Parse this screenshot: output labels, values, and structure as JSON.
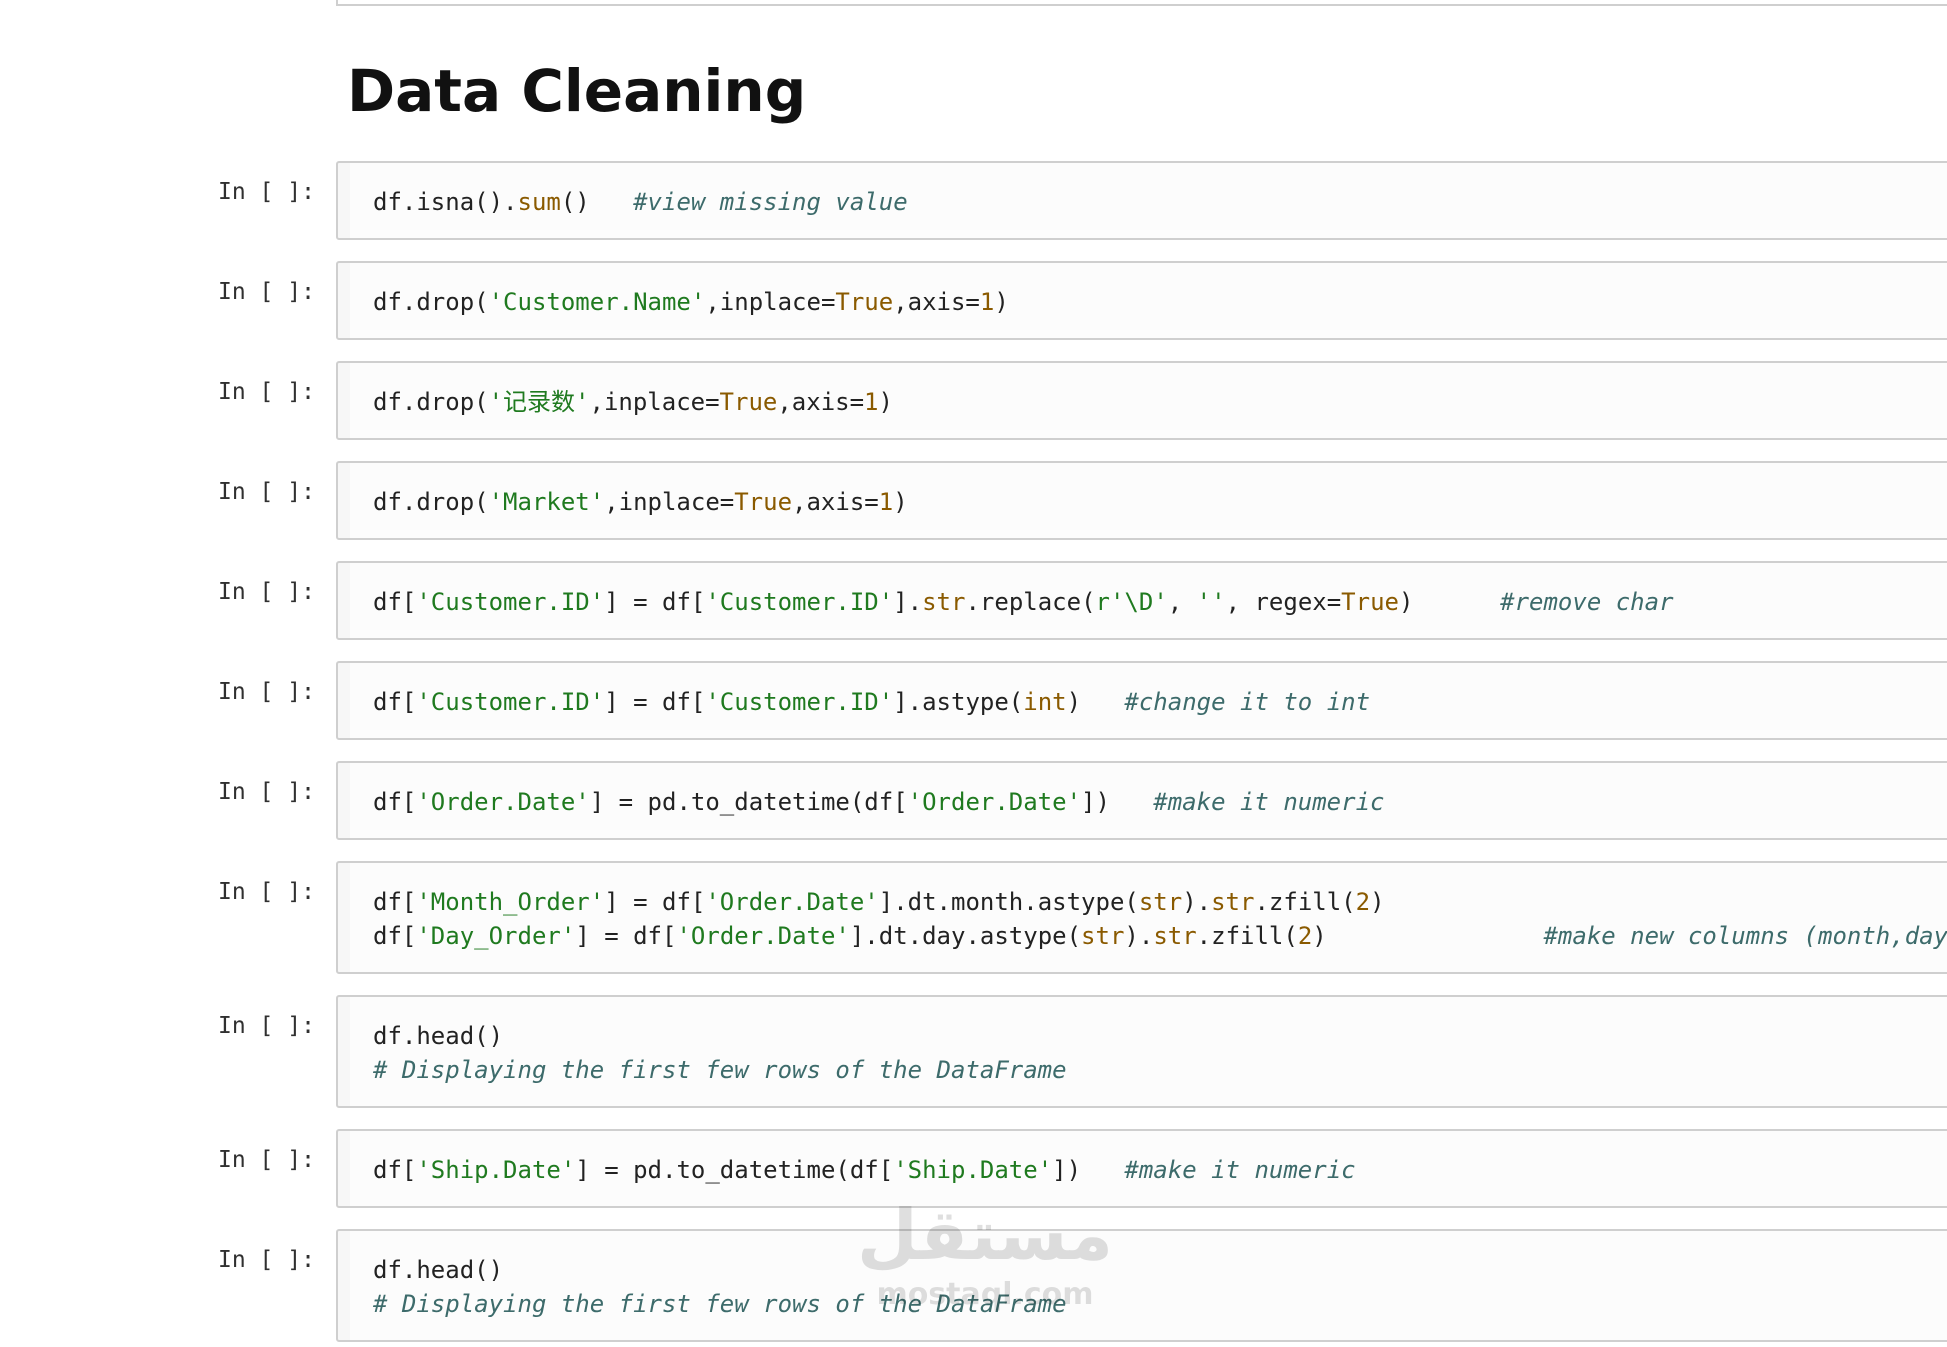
{
  "notebook": {
    "heading": "Data Cleaning",
    "prompt_label": "In [ ]:",
    "cells": [
      {
        "lines": [
          [
            {
              "t": "df.isna()."
            },
            {
              "t": "sum",
              "c": "fn"
            },
            {
              "t": "()   "
            },
            {
              "t": "#view missing value",
              "c": "cm"
            }
          ]
        ]
      },
      {
        "lines": [
          [
            {
              "t": "df.drop("
            },
            {
              "t": "'Customer.Name'",
              "c": "str"
            },
            {
              "t": ",inplace="
            },
            {
              "t": "True",
              "c": "kw"
            },
            {
              "t": ",axis="
            },
            {
              "t": "1",
              "c": "num"
            },
            {
              "t": ")"
            }
          ]
        ]
      },
      {
        "lines": [
          [
            {
              "t": "df.drop("
            },
            {
              "t": "'记录数'",
              "c": "str"
            },
            {
              "t": ",inplace="
            },
            {
              "t": "True",
              "c": "kw"
            },
            {
              "t": ",axis="
            },
            {
              "t": "1",
              "c": "num"
            },
            {
              "t": ")"
            }
          ]
        ]
      },
      {
        "lines": [
          [
            {
              "t": "df.drop("
            },
            {
              "t": "'Market'",
              "c": "str"
            },
            {
              "t": ",inplace="
            },
            {
              "t": "True",
              "c": "kw"
            },
            {
              "t": ",axis="
            },
            {
              "t": "1",
              "c": "num"
            },
            {
              "t": ")"
            }
          ]
        ]
      },
      {
        "lines": [
          [
            {
              "t": "df["
            },
            {
              "t": "'Customer.ID'",
              "c": "str"
            },
            {
              "t": "] = df["
            },
            {
              "t": "'Customer.ID'",
              "c": "str"
            },
            {
              "t": "]."
            },
            {
              "t": "str",
              "c": "fn"
            },
            {
              "t": ".replace("
            },
            {
              "t": "r'\\D'",
              "c": "str"
            },
            {
              "t": ", "
            },
            {
              "t": "''",
              "c": "str"
            },
            {
              "t": ", regex="
            },
            {
              "t": "True",
              "c": "kw"
            },
            {
              "t": ")      "
            },
            {
              "t": "#remove char",
              "c": "cm"
            }
          ]
        ]
      },
      {
        "lines": [
          [
            {
              "t": "df["
            },
            {
              "t": "'Customer.ID'",
              "c": "str"
            },
            {
              "t": "] = df["
            },
            {
              "t": "'Customer.ID'",
              "c": "str"
            },
            {
              "t": "].astype("
            },
            {
              "t": "int",
              "c": "fn"
            },
            {
              "t": ")   "
            },
            {
              "t": "#change it to int",
              "c": "cm"
            }
          ]
        ]
      },
      {
        "lines": [
          [
            {
              "t": "df["
            },
            {
              "t": "'Order.Date'",
              "c": "str"
            },
            {
              "t": "] = pd.to_datetime(df["
            },
            {
              "t": "'Order.Date'",
              "c": "str"
            },
            {
              "t": "])   "
            },
            {
              "t": "#make it numeric",
              "c": "cm"
            }
          ]
        ]
      },
      {
        "lines": [
          [
            {
              "t": "df["
            },
            {
              "t": "'Month_Order'",
              "c": "str"
            },
            {
              "t": "] = df["
            },
            {
              "t": "'Order.Date'",
              "c": "str"
            },
            {
              "t": "].dt.month.astype("
            },
            {
              "t": "str",
              "c": "fn"
            },
            {
              "t": ")."
            },
            {
              "t": "str",
              "c": "fn"
            },
            {
              "t": ".zfill("
            },
            {
              "t": "2",
              "c": "num"
            },
            {
              "t": ")"
            }
          ],
          [
            {
              "t": "df["
            },
            {
              "t": "'Day_Order'",
              "c": "str"
            },
            {
              "t": "] = df["
            },
            {
              "t": "'Order.Date'",
              "c": "str"
            },
            {
              "t": "].dt.day.astype("
            },
            {
              "t": "str",
              "c": "fn"
            },
            {
              "t": ")."
            },
            {
              "t": "str",
              "c": "fn"
            },
            {
              "t": ".zfill("
            },
            {
              "t": "2",
              "c": "num"
            },
            {
              "t": ")               "
            },
            {
              "t": "#make new columns (month,day )",
              "c": "cm"
            }
          ]
        ]
      },
      {
        "lines": [
          [
            {
              "t": "df.head()"
            }
          ],
          [
            {
              "t": "# Displaying the first few rows of the DataFrame",
              "c": "cm"
            }
          ]
        ]
      },
      {
        "lines": [
          [
            {
              "t": "df["
            },
            {
              "t": "'Ship.Date'",
              "c": "str"
            },
            {
              "t": "] = pd.to_datetime(df["
            },
            {
              "t": "'Ship.Date'",
              "c": "str"
            },
            {
              "t": "])   "
            },
            {
              "t": "#make it numeric",
              "c": "cm"
            }
          ]
        ]
      },
      {
        "lines": [
          [
            {
              "t": "df.head()"
            }
          ],
          [
            {
              "t": "# Displaying the first few rows of the DataFrame",
              "c": "cm"
            }
          ]
        ]
      }
    ]
  },
  "watermark": {
    "logo_text": "مستقل",
    "site_text": "mostaql.com"
  }
}
